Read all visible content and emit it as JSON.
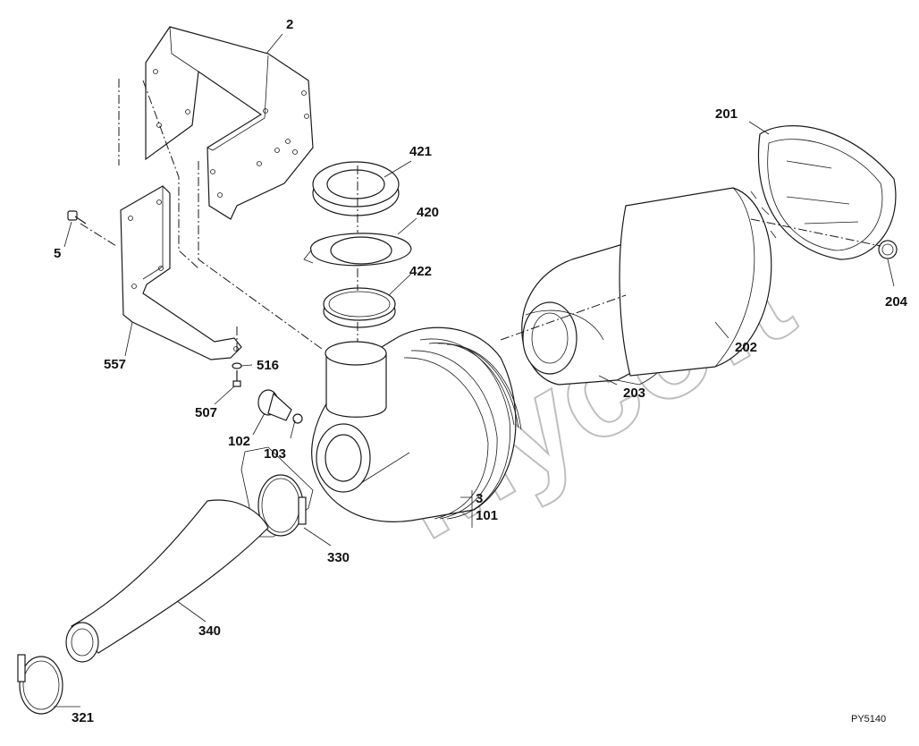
{
  "labels": {
    "p2": "2",
    "p5": "5",
    "p557": "557",
    "p516": "516",
    "p507": "507",
    "p421": "421",
    "p420": "420",
    "p422": "422",
    "p102": "102",
    "p103": "103",
    "p3": "3",
    "p101": "101",
    "p330": "330",
    "p340": "340",
    "p321": "321",
    "p201": "201",
    "p202": "202",
    "p203": "203",
    "p204": "204"
  },
  "figure_ref": "PY5140",
  "watermark": "Mycoft"
}
